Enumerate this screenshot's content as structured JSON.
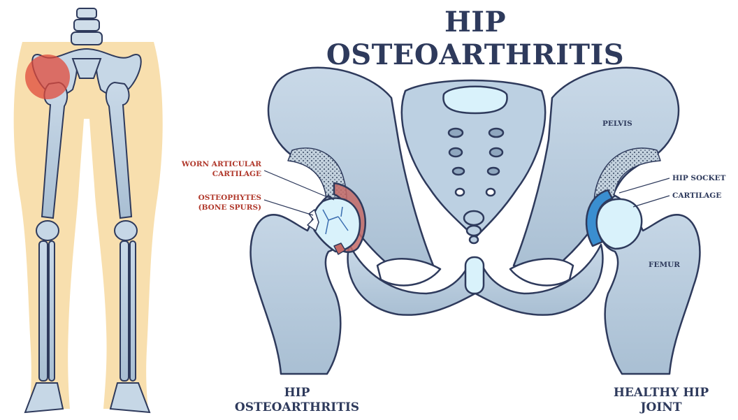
{
  "title": "HIP OSTEOARTHRITIS",
  "labels": {
    "worn_cartilage": [
      "WORN ARTICULAR",
      "CARTILAGE"
    ],
    "osteophytes": [
      "OSTEOPHYTES",
      "(BONE SPURS)"
    ],
    "pelvis": "PELVIS",
    "hip_socket": "HIP SOCKET",
    "cartilage": "CARTILAGE",
    "femur": "FEMUR"
  },
  "captions": {
    "left": [
      "HIP",
      "OSTEOARTHRITIS"
    ],
    "right": [
      "HEALTHY HIP",
      "JOINT"
    ]
  },
  "colors": {
    "title": "#2e3a5c",
    "red_label": "#b0382b",
    "bone": "#b8cde0",
    "bone_outline": "#2e3a5c",
    "skin": "#f8dfae",
    "pain_spot": "#e0493a",
    "cartilage": "#d9f2fb",
    "inflamed": "#c46a66"
  }
}
